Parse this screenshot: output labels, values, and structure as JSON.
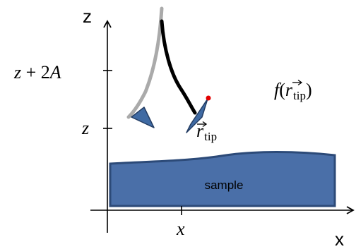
{
  "axes": {
    "x_label": "x",
    "z_label": "z"
  },
  "ticks": {
    "z_upper": {
      "var": "z",
      "op": " + 2",
      "amp": "A"
    },
    "z_lower": "z",
    "x": "x"
  },
  "tip_position": {
    "vec": "r",
    "sub": "tip"
  },
  "force_label": {
    "func": "f",
    "vec": "r",
    "sub": "tip"
  },
  "sample": {
    "label": "sample"
  },
  "colors": {
    "sample_fill": "#4a6fa8",
    "sample_stroke": "#2c4a78",
    "tip_fill": "#3f6aa3",
    "tip_stroke": "#243d63",
    "cantilever_upper": "#aaaaaa",
    "cantilever_lower": "#000000",
    "tip_apex": "#e30000"
  }
}
